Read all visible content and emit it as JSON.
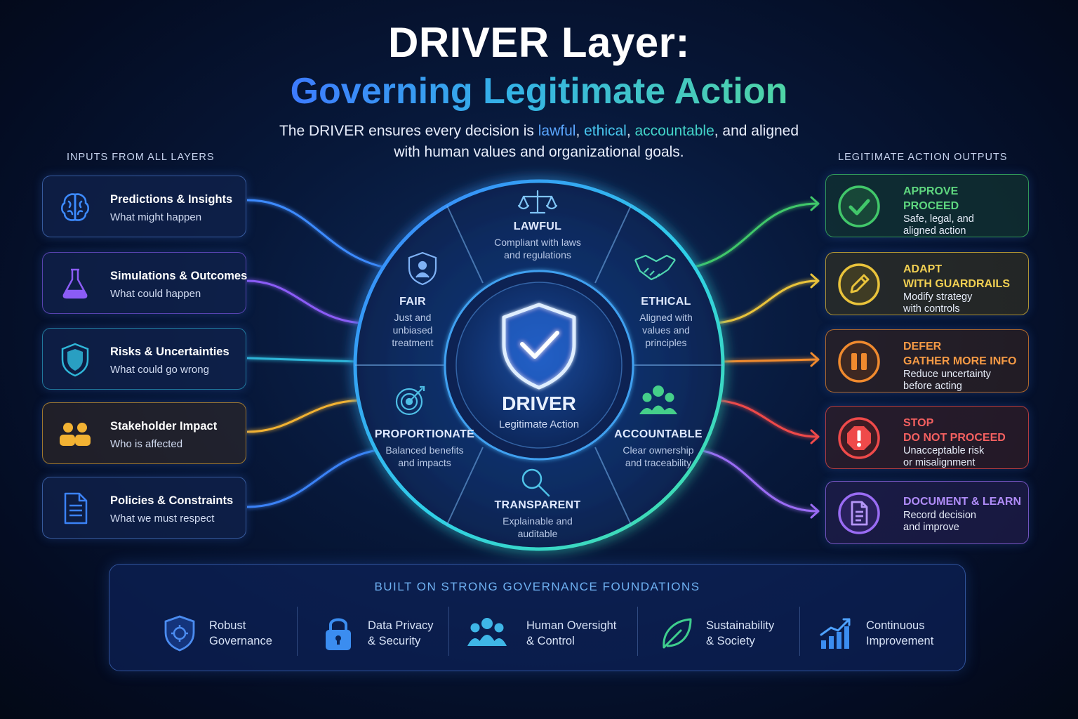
{
  "header": {
    "title": "DRIVER Layer:",
    "subtitle": "Governing Legitimate Action",
    "tagline": {
      "part1": "The DRIVER ensures every decision is ",
      "w1": "lawful",
      "sep1": ", ",
      "w2": "ethical",
      "sep2": ", ",
      "w3": "accountable",
      "part2": ", and aligned",
      "line2": "with human values and organizational goals."
    }
  },
  "inputs": {
    "heading": "INPUTS FROM ALL LAYERS",
    "items": [
      {
        "title": "Predictions & Insights",
        "desc": "What might happen",
        "icon": "brain-icon",
        "color": "#3d8bff"
      },
      {
        "title": "Simulations & Outcomes",
        "desc": "What could happen",
        "icon": "flask-icon",
        "color": "#8b5cf6"
      },
      {
        "title": "Risks & Uncertainties",
        "desc": "What could go wrong",
        "icon": "shield-icon",
        "color": "#2fb6d8"
      },
      {
        "title": "Stakeholder Impact",
        "desc": "Who is affected",
        "icon": "people-icon",
        "color": "#f2b233"
      },
      {
        "title": "Policies & Constraints",
        "desc": "What we must respect",
        "icon": "document-icon",
        "color": "#3b82f6"
      }
    ]
  },
  "wheel": {
    "center_title": "DRIVER",
    "center_sub": "Legitimate Action",
    "segments": [
      {
        "title": "LAWFUL",
        "desc1": "Compliant with laws",
        "desc2": "and regulations",
        "desc3": "",
        "icon": "scales-icon"
      },
      {
        "title": "ETHICAL",
        "desc1": "Aligned with",
        "desc2": "values and",
        "desc3": "principles",
        "icon": "handshake-icon"
      },
      {
        "title": "ACCOUNTABLE",
        "desc1": "Clear ownership",
        "desc2": "and traceability",
        "desc3": "",
        "icon": "team-icon"
      },
      {
        "title": "TRANSPARENT",
        "desc1": "Explainable and",
        "desc2": "auditable",
        "desc3": "",
        "icon": "magnifier-icon"
      },
      {
        "title": "PROPORTIONATE",
        "desc1": "Balanced benefits",
        "desc2": "and impacts",
        "desc3": "",
        "icon": "target-icon"
      },
      {
        "title": "FAIR",
        "desc1": "Just and",
        "desc2": "unbiased",
        "desc3": "treatment",
        "icon": "shield-person-icon"
      }
    ]
  },
  "outputs": {
    "heading": "LEGITIMATE ACTION OUTPUTS",
    "items": [
      {
        "line1": "APPROVE",
        "line2": "PROCEED",
        "desc1": "Safe, legal, and",
        "desc2": "aligned action",
        "icon": "check-icon",
        "color": "#41c76a"
      },
      {
        "line1": "ADAPT",
        "line2": "WITH GUARDRAILS",
        "desc1": "Modify strategy",
        "desc2": "with controls",
        "icon": "pencil-icon",
        "color": "#e9c33b"
      },
      {
        "line1": "DEFER",
        "line2": "GATHER MORE INFO",
        "desc1": "Reduce uncertainty",
        "desc2": "before acting",
        "icon": "pause-icon",
        "color": "#f08a2e"
      },
      {
        "line1": "STOP",
        "line2": "DO NOT PROCEED",
        "desc1": "Unacceptable risk",
        "desc2": "or misalignment",
        "icon": "stop-icon",
        "color": "#ef4a4a"
      },
      {
        "line1": "DOCUMENT & LEARN",
        "line2": "",
        "desc1": "Record decision",
        "desc2": "and improve",
        "icon": "file-icon",
        "color": "#9a6cf4"
      }
    ]
  },
  "foundations": {
    "heading": "BUILT ON STRONG GOVERNANCE FOUNDATIONS",
    "items": [
      {
        "line1": "Robust",
        "line2": "Governance",
        "icon": "gov-shield-icon"
      },
      {
        "line1": "Data Privacy",
        "line2": "& Security",
        "icon": "lock-icon"
      },
      {
        "line1": "Human Oversight",
        "line2": "& Control",
        "icon": "oversight-people-icon"
      },
      {
        "line1": "Sustainability",
        "line2": "& Society",
        "icon": "leaf-icon"
      },
      {
        "line1": "Continuous",
        "line2": "Improvement",
        "icon": "growth-chart-icon"
      }
    ]
  }
}
